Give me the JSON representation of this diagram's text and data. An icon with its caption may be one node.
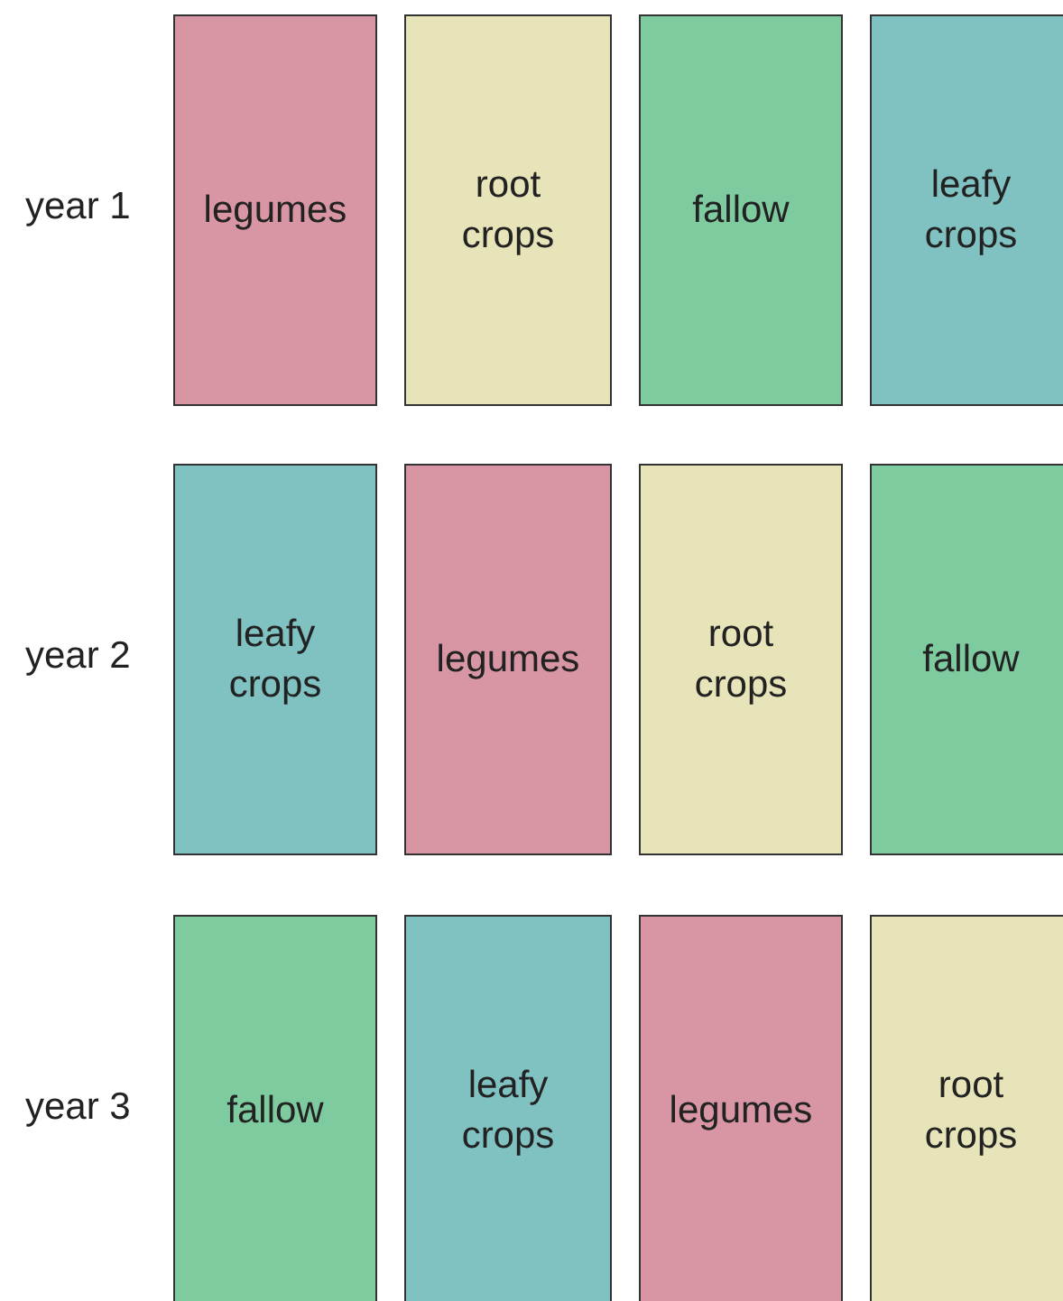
{
  "diagram": {
    "nodes": [
      {
        "text": [
          "legumes"
        ]
      },
      {
        "text": [
          "root crops"
        ]
      },
      {
        "text": [
          "fallow"
        ]
      },
      {
        "text": [
          "leafy crops"
        ]
      },
      {
        "text": [
          "leafy crops"
        ]
      },
      {
        "text": [
          "legumes"
        ]
      },
      {
        "text": [
          "root crops"
        ]
      },
      {
        "text": [
          "fallow"
        ]
      },
      {
        "text": [
          "fallow"
        ]
      },
      {
        "text": [
          "leafy crops"
        ]
      },
      {
        "text": [
          "legumes"
        ]
      },
      {
        "text": [
          "root crops"
        ]
      }
    ],
    "labels": [
      "year 1",
      "year 2",
      "year 3"
    ]
  }
}
